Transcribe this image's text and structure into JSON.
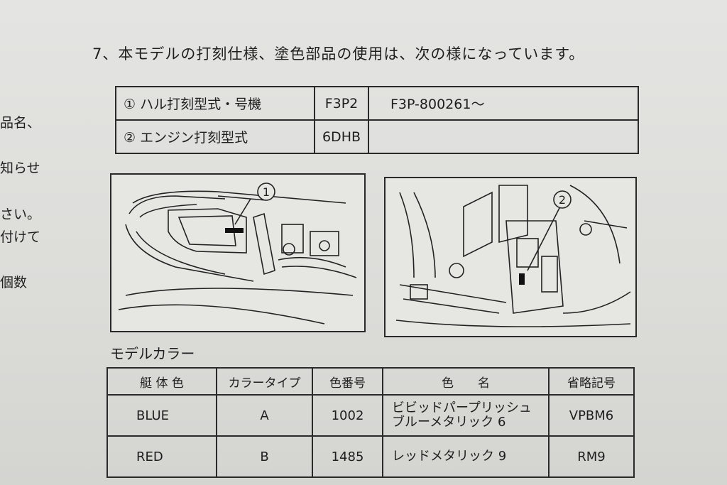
{
  "left_fragments": [
    "品名、",
    "知らせ",
    "さい。",
    "付けて",
    "個数"
  ],
  "heading": "7、本モデルの打刻仕様、塗色部品の使用は、次の様になっています。",
  "stamp_table": {
    "rows": [
      {
        "label": "① ハル打刻型式・号機",
        "code": "F3P2",
        "number": "F3P-800261～"
      },
      {
        "label": "② エンジン打刻型式",
        "code": "6DHB",
        "number": ""
      }
    ]
  },
  "figures": [
    {
      "callout": "1"
    },
    {
      "callout": "2"
    }
  ],
  "model_colors": {
    "title": "モデルカラー",
    "headers": [
      "艇 体 色",
      "カラータイプ",
      "色番号",
      "色　　名",
      "省略記号"
    ],
    "rows": [
      {
        "body_color": "BLUE",
        "type": "A",
        "number": "1002",
        "name_line1": "ビビッドパープリッシュ",
        "name_line2": "ブルーメタリック 6",
        "abbr": "VPBM6"
      },
      {
        "body_color": "RED",
        "type": "B",
        "number": "1485",
        "name_line1": "レッドメタリック 9",
        "name_line2": "",
        "abbr": "RM9"
      }
    ]
  }
}
